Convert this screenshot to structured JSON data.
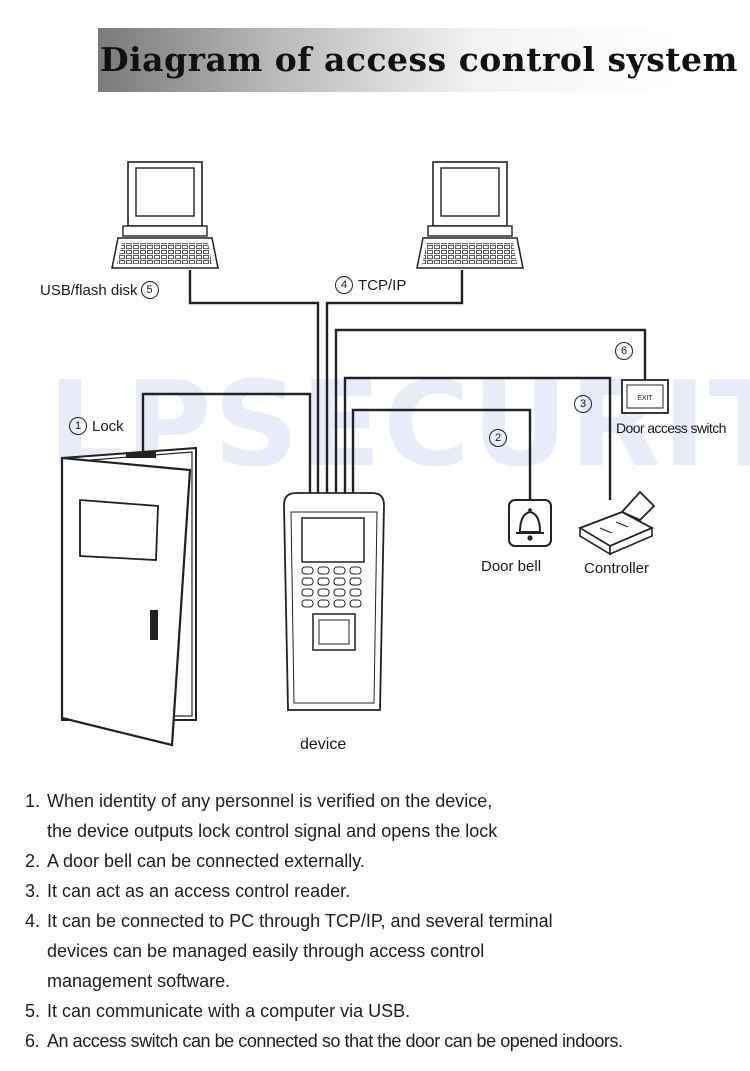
{
  "title": "Diagram of access control system",
  "watermark": "LPSECURITY",
  "labels": {
    "usb": {
      "text": "USB/flash disk",
      "num": "5"
    },
    "tcp": {
      "text": "TCP/IP",
      "num": "4"
    },
    "lock": {
      "text": "Lock",
      "num": "1"
    },
    "switch_num": "6",
    "switch": "Door access switch",
    "controller_num": "3",
    "controller": "Controller",
    "bell_num": "2",
    "bell": "Door bell",
    "device": "device",
    "switch_plate": "EXIT"
  },
  "notes": [
    {
      "num": "1.",
      "lines": [
        "When identity of any personnel is verified on the device,",
        "the device outputs lock control signal and opens the lock"
      ]
    },
    {
      "num": "2.",
      "lines": [
        "A door bell can be connected externally."
      ]
    },
    {
      "num": "3.",
      "lines": [
        "It can act as an access control reader."
      ]
    },
    {
      "num": "4.",
      "lines": [
        "It can be connected to PC through TCP/IP, and several terminal",
        "devices can be managed easily through  access control",
        "management software."
      ]
    },
    {
      "num": "5.",
      "lines": [
        "It can communicate with a computer via USB."
      ]
    },
    {
      "num": "6.",
      "lines": [
        "An access switch can be connected so that the door can be opened indoors."
      ]
    }
  ]
}
